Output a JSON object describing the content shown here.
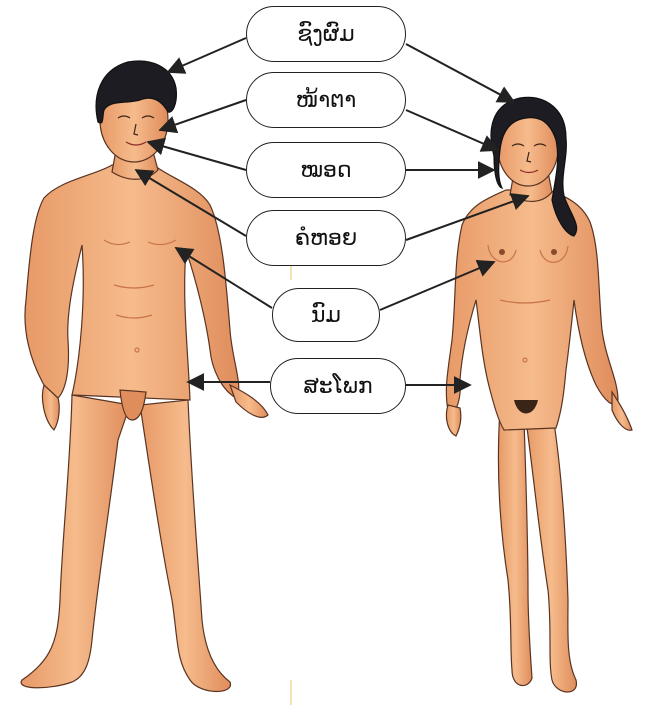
{
  "labels": [
    {
      "id": "hair",
      "text": "ຊົງຜົມ"
    },
    {
      "id": "face",
      "text": "ໜ້າຕາ"
    },
    {
      "id": "cheek",
      "text": "ໝອດ"
    },
    {
      "id": "neck",
      "text": "ຄໍຫອຍ"
    },
    {
      "id": "nipple",
      "text": "ນົມ"
    },
    {
      "id": "hip",
      "text": "ສະໂພກ"
    }
  ],
  "colors": {
    "skin": "#f2a874",
    "skin_shadow": "#d9855a",
    "skin_light": "#f8c79c",
    "hair": "#1c1c22",
    "outline": "#5a3423",
    "accent_line": "#f0d89a"
  }
}
